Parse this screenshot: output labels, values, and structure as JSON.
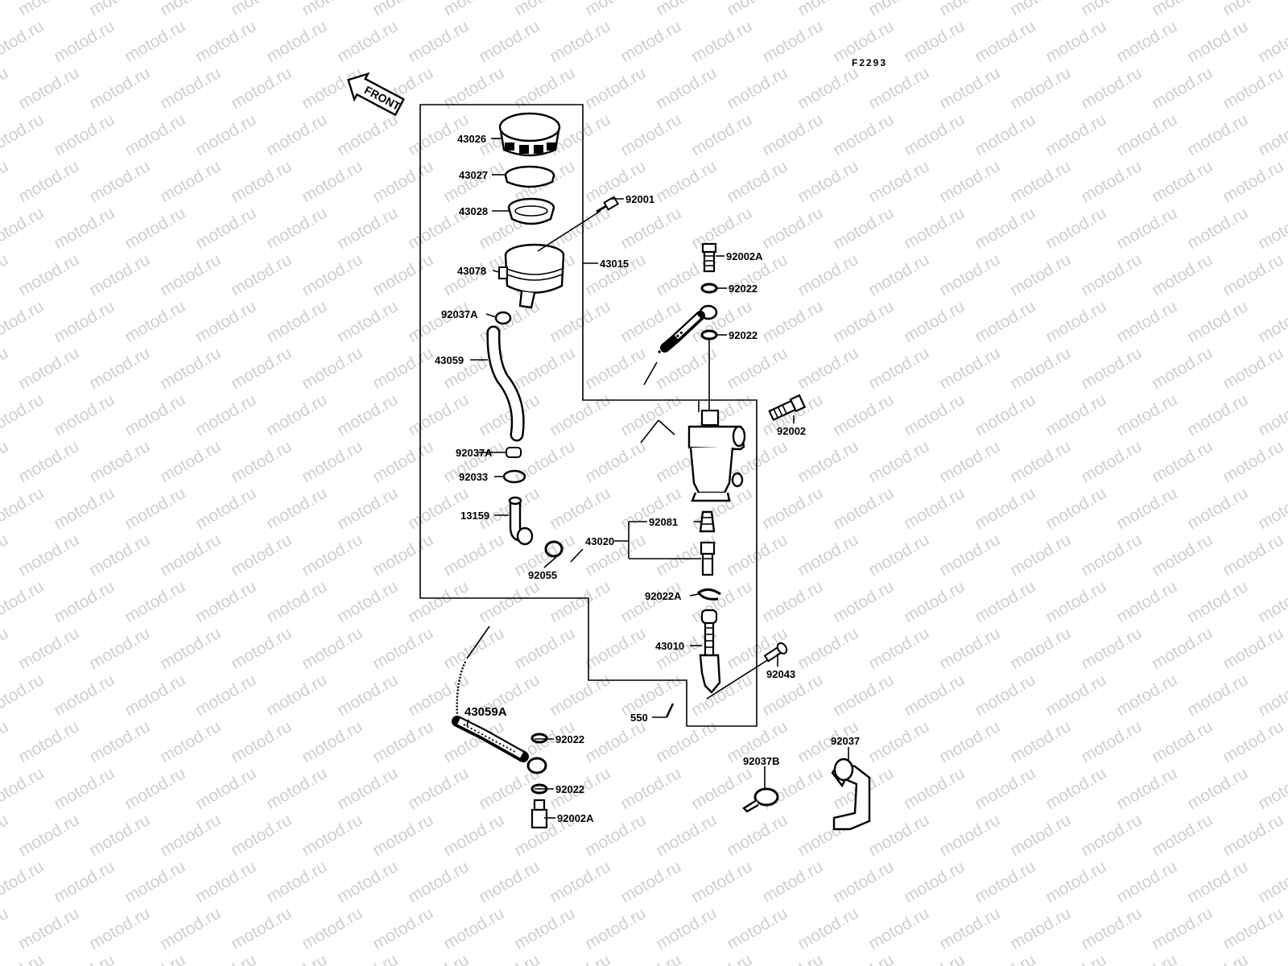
{
  "figure_code": "F2293",
  "front_label": "FRONT",
  "watermark": "motod.ru",
  "callouts": [
    {
      "id": "c43026",
      "label": "43026"
    },
    {
      "id": "c43027",
      "label": "43027"
    },
    {
      "id": "c43028",
      "label": "43028"
    },
    {
      "id": "c92001",
      "label": "92001"
    },
    {
      "id": "c43078",
      "label": "43078"
    },
    {
      "id": "c43015",
      "label": "43015"
    },
    {
      "id": "c92037A_top",
      "label": "92037A"
    },
    {
      "id": "c43059",
      "label": "43059"
    },
    {
      "id": "c92037A_mid",
      "label": "92037A"
    },
    {
      "id": "c92033",
      "label": "92033"
    },
    {
      "id": "c13159",
      "label": "13159"
    },
    {
      "id": "c92055",
      "label": "92055"
    },
    {
      "id": "c43020",
      "label": "43020"
    },
    {
      "id": "c92081",
      "label": "92081"
    },
    {
      "id": "c92002A_top",
      "label": "92002A"
    },
    {
      "id": "c92022_a",
      "label": "92022"
    },
    {
      "id": "c92022_b",
      "label": "92022"
    },
    {
      "id": "c92002",
      "label": "92002"
    },
    {
      "id": "c92022A",
      "label": "92022A"
    },
    {
      "id": "c43010",
      "label": "43010"
    },
    {
      "id": "c92043",
      "label": "92043"
    },
    {
      "id": "c550",
      "label": "550"
    },
    {
      "id": "c43059A",
      "label": "43059A"
    },
    {
      "id": "c92022_c",
      "label": "92022"
    },
    {
      "id": "c92022_d",
      "label": "92022"
    },
    {
      "id": "c92002A_bot",
      "label": "92002A"
    },
    {
      "id": "c92037B",
      "label": "92037B"
    },
    {
      "id": "c92037",
      "label": "92037"
    }
  ]
}
